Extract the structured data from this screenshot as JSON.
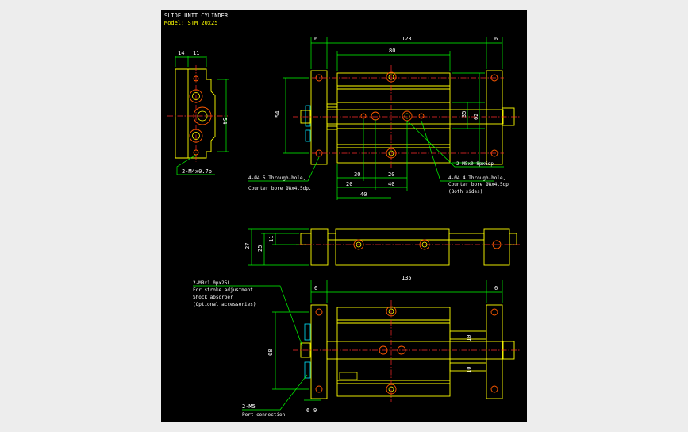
{
  "title": "SLIDE UNIT CYLINDER",
  "model": "Model: STM 20x25",
  "colors": {
    "background": "#000000",
    "outline": "#ffff00",
    "dimension": "#00ff00",
    "centerline": "#ff2a2a",
    "holes": "#ff5a00",
    "fittings": "#00e5ff",
    "text": "#ffffff"
  },
  "side_view": {
    "dims": {
      "d14": "14",
      "d11": "11",
      "d54": "54"
    },
    "note": "2-M4x0.7p"
  },
  "top_view": {
    "dims": {
      "left_6": "6",
      "total_123": "123",
      "right_6": "6",
      "d80": "80",
      "d54": "54",
      "d35": "35",
      "d62": "62",
      "d30": "30",
      "d20a": "20",
      "d20b": "20",
      "d40a": "40",
      "d40b": "40"
    },
    "note_left_1": "4-Ø4.5 Through-hole,",
    "note_left_2": "Counter bore Ø8x4.5dp.",
    "note_right_a": "2-M5x0.8px6dp",
    "note_right_b1": "4-Ø4.4 Through-hole,",
    "note_right_b2": "Counter bore Ø8x4.5dp",
    "note_right_b3": "(Both sides)"
  },
  "front_view": {
    "dims": {
      "d27": "27",
      "d25": "25",
      "d11": "11"
    }
  },
  "bottom_view": {
    "dims": {
      "left_6": "6",
      "total_135": "135",
      "right_6": "6",
      "d68": "68",
      "d10a": "10",
      "d10b": "10",
      "d6": "6",
      "d9": "9"
    },
    "note_m8_1": "2-M8x1.0px25L",
    "note_m8_2": "For stroke adjustment",
    "note_m8_3": "Shock absorber",
    "note_m8_4": "(Optional accessories)",
    "note_m5_1": "2-M5",
    "note_m5_2": "Port connection"
  }
}
